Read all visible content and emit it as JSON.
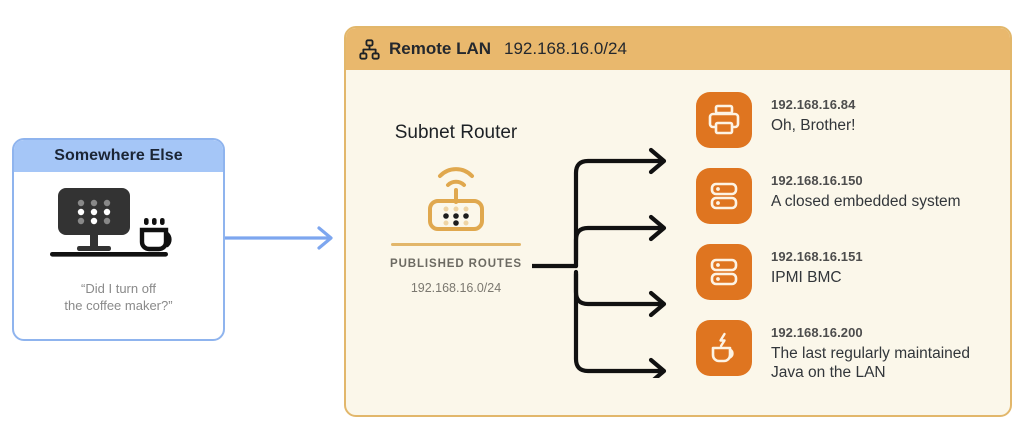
{
  "left_card": {
    "header_title": "Somewhere Else",
    "illustration_icon": "desktop-monitor-and-coffee-cup-icon",
    "caption_line1": "“Did I turn off",
    "caption_line2": "the coffee maker?”",
    "header_color": "#a5c6f7",
    "border_color": "#8fb4ee"
  },
  "connector_arrow": {
    "icon": "blue-right-arrow-icon",
    "color": "#7da6ef"
  },
  "remote_lan": {
    "header_icon": "sitemap-network-icon",
    "title": "Remote LAN",
    "cidr": "192.168.16.0/24",
    "header_color": "#e9b86d",
    "body_color": "#fbf7ea",
    "border_color": "#e2b76b"
  },
  "router": {
    "title": "Subnet Router",
    "icon": "wifi-router-icon",
    "published_routes_label": "PUBLISHED ROUTES",
    "published_routes_value": "192.168.16.0/24",
    "accent_color": "#e2b66a"
  },
  "branch_connector": {
    "icon": "branching-arrows-icon",
    "color": "#111111",
    "branch_count": 4
  },
  "devices": [
    {
      "icon": "printer-icon",
      "ip": "192.168.16.84",
      "description": "Oh, Brother!",
      "tile_color": "#df7520"
    },
    {
      "icon": "server-icon",
      "ip": "192.168.16.150",
      "description": "A closed embedded system",
      "tile_color": "#df7520"
    },
    {
      "icon": "server-icon",
      "ip": "192.168.16.151",
      "description": "IPMI BMC",
      "tile_color": "#df7520"
    },
    {
      "icon": "coffee-cup-java-icon",
      "ip": "192.168.16.200",
      "description": "The last regularly maintained\nJava on the LAN",
      "tile_color": "#df7520"
    }
  ]
}
